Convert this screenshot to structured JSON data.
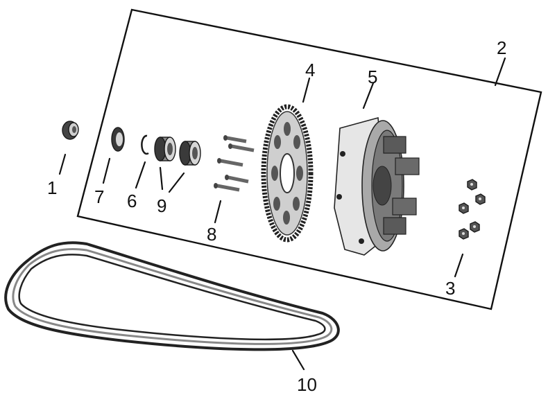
{
  "colors": {
    "ink": "#111111",
    "part_dark": "#3a3a3a",
    "part_mid": "#8a8a8a",
    "part_light": "#d6d6d6",
    "background": "#ffffff"
  },
  "callouts": [
    {
      "id": "c1",
      "label": "1"
    },
    {
      "id": "c2",
      "label": "2"
    },
    {
      "id": "c3",
      "label": "3"
    },
    {
      "id": "c4",
      "label": "4"
    },
    {
      "id": "c5",
      "label": "5"
    },
    {
      "id": "c6",
      "label": "6"
    },
    {
      "id": "c7",
      "label": "7"
    },
    {
      "id": "c8",
      "label": "8"
    },
    {
      "id": "c9",
      "label": "9"
    },
    {
      "id": "c10",
      "label": "10"
    }
  ]
}
